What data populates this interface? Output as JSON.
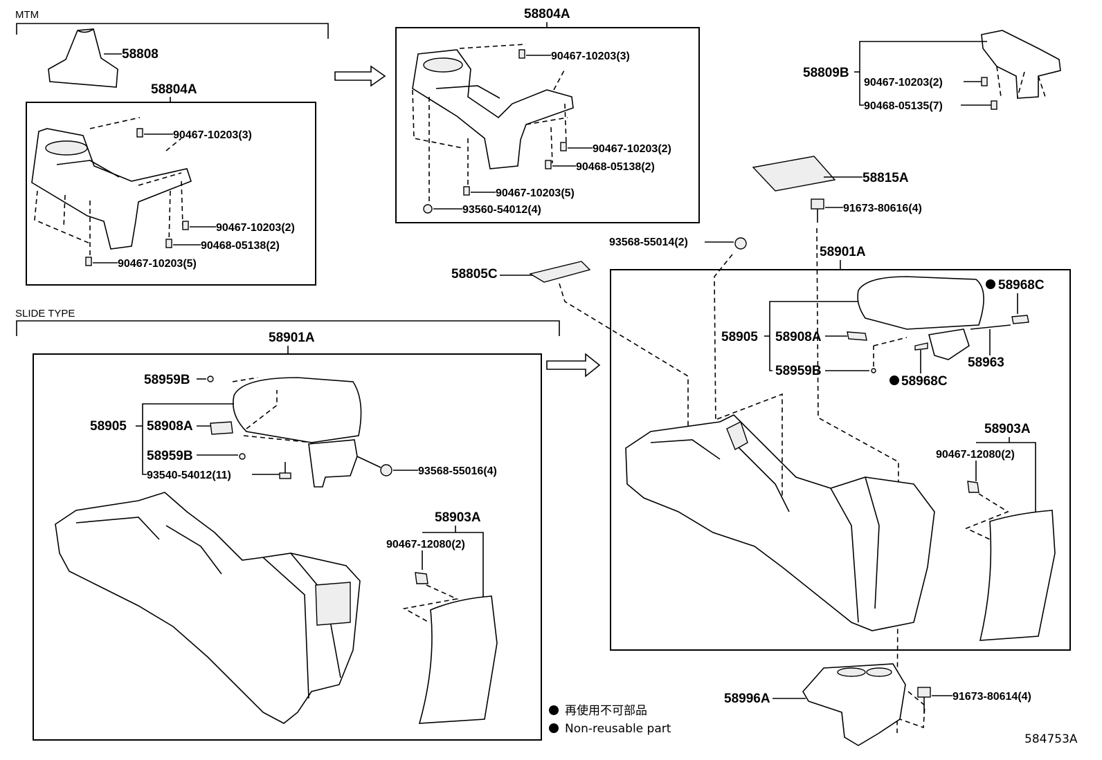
{
  "sections": {
    "mtm": "MTM",
    "slide_type": "SLIDE TYPE"
  },
  "labels": {
    "p58808": "58808",
    "p58804A_left": "58804A",
    "p58804A_top": "58804A",
    "p58809B": "58809B",
    "p58815A": "58815A",
    "p58805C": "58805C",
    "p58901A_left": "58901A",
    "p58901A_right": "58901A",
    "p58903A_left": "58903A",
    "p58903A_right": "58903A",
    "p58905_left": "58905",
    "p58905_right": "58905",
    "p58908A_left": "58908A",
    "p58908A_right": "58908A",
    "p58959B_left_a": "58959B",
    "p58959B_left_b": "58959B",
    "p58959B_right": "58959B",
    "p58968C_a": "58968C",
    "p58968C_b": "58968C",
    "p58963": "58963",
    "p58996A": "58996A"
  },
  "fasteners": {
    "l1": "90467-10203(3)",
    "l2": "90467-10203(2)",
    "l3": "90468-05138(2)",
    "l4": "90467-10203(5)",
    "t1": "90467-10203(3)",
    "t2": "90467-10203(2)",
    "t3": "90468-05138(2)",
    "t4": "90467-10203(5)",
    "t5": "93560-54012(4)",
    "r1": "90467-10203(2)",
    "r2": "90468-05135(7)",
    "r3": "91673-80616(4)",
    "r4": "93568-55014(2)",
    "s1": "93540-54012(11)",
    "s2": "93568-55016(4)",
    "s3": "90467-12080(2)",
    "s4": "90467-12080(2)",
    "b1": "91673-80614(4)"
  },
  "legend": {
    "jp": "再使用不可部品",
    "en": "Non-reusable part"
  },
  "diagram_id": "584753A"
}
